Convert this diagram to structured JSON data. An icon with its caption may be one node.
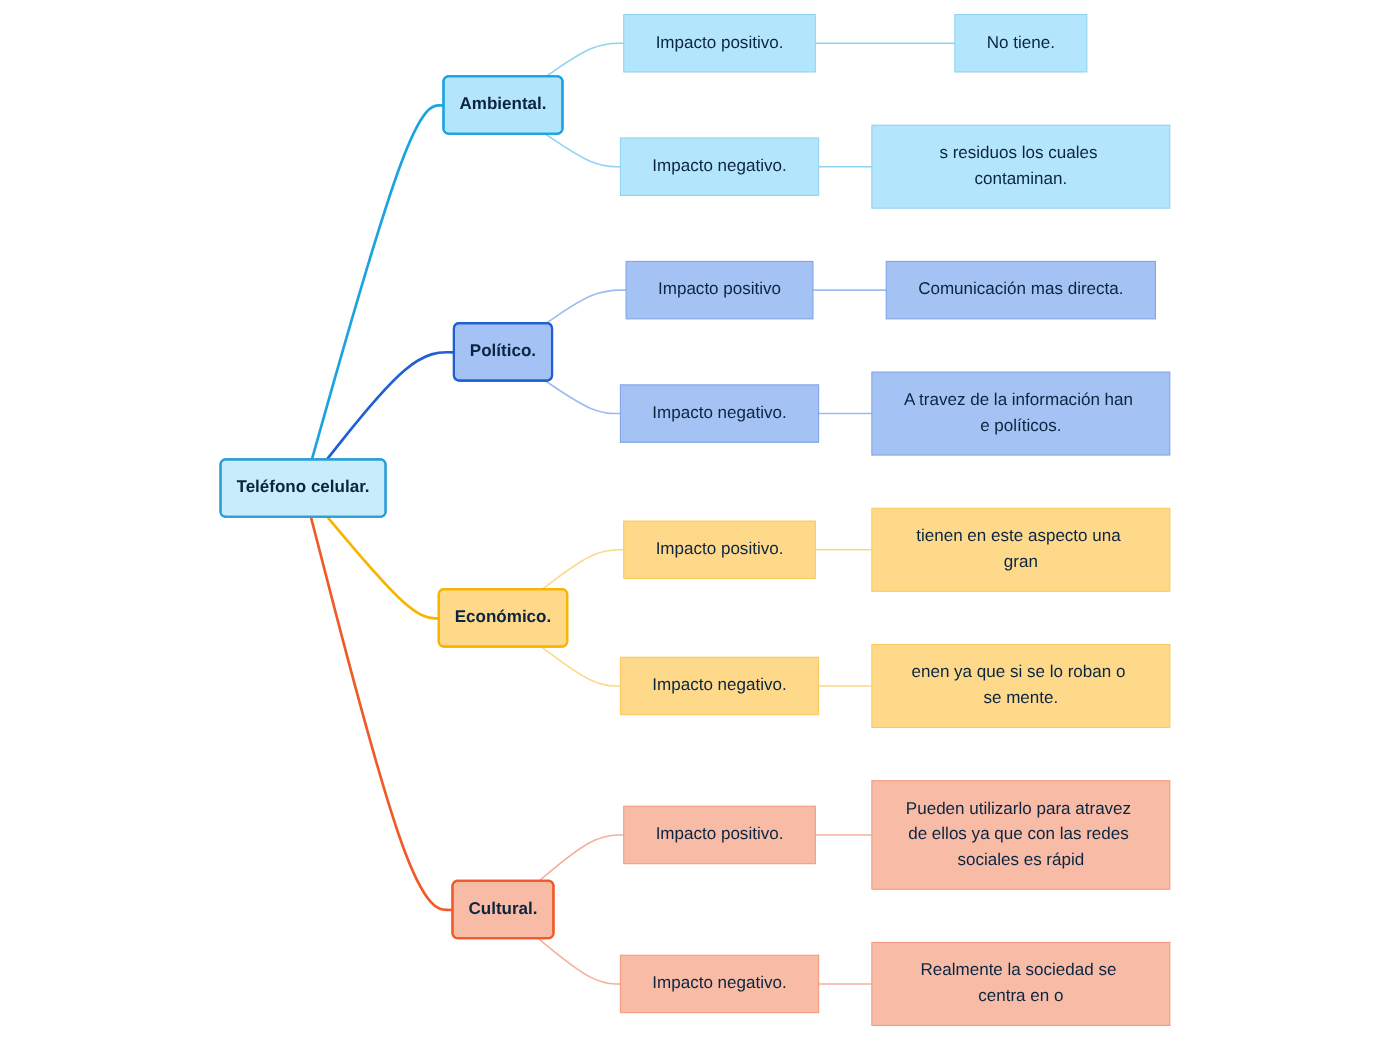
{
  "diagram": {
    "nodes": [
      {
        "text": [
          "Teléfono celular."
        ]
      },
      {
        "text": [
          "Ambiental."
        ]
      },
      {
        "text": [
          "Impacto positivo."
        ]
      },
      {
        "text": [
          "No tiene."
        ]
      },
      {
        "text": [
          "Impacto negativo."
        ]
      },
      {
        "text": [
          "s residuos los cuales contaminan."
        ]
      },
      {
        "text": [
          "Político."
        ]
      },
      {
        "text": [
          "Impacto positivo"
        ]
      },
      {
        "text": [
          "Comunicación mas directa."
        ]
      },
      {
        "text": [
          "Impacto negativo."
        ]
      },
      {
        "text": [
          "A travez de la información han e políticos."
        ]
      },
      {
        "text": [
          "Económico."
        ]
      },
      {
        "text": [
          "Impacto positivo."
        ]
      },
      {
        "text": [
          "tienen en este aspecto una gran"
        ]
      },
      {
        "text": [
          "Impacto negativo."
        ]
      },
      {
        "text": [
          "enen ya que si se lo roban o se mente."
        ]
      },
      {
        "text": [
          "Cultural."
        ]
      },
      {
        "text": [
          "Impacto positivo."
        ]
      },
      {
        "text": [
          "Pueden utilizarlo para atravez de ellos ya que con las redes sociales es rápid"
        ]
      },
      {
        "text": [
          "Impacto negativo."
        ]
      },
      {
        "text": [
          "Realmente la sociedad se centra en o"
        ]
      }
    ],
    "edges": [
      {
        "from": 0,
        "to": 1,
        "arrow": "none",
        "color": "#1aa3e0"
      },
      {
        "from": 1,
        "to": 2,
        "arrow": "none",
        "color": "#8fd3f2"
      },
      {
        "from": 2,
        "to": 3,
        "arrow": "none",
        "color": "#8fd3f2"
      },
      {
        "from": 1,
        "to": 4,
        "arrow": "none",
        "color": "#8fd3f2"
      },
      {
        "from": 4,
        "to": 5,
        "arrow": "none",
        "color": "#8fd3f2"
      },
      {
        "from": 0,
        "to": 6,
        "arrow": "none",
        "color": "#1f5fd1"
      },
      {
        "from": 6,
        "to": 7,
        "arrow": "none",
        "color": "#9dbcf0"
      },
      {
        "from": 7,
        "to": 8,
        "arrow": "none",
        "color": "#9dbcf0"
      },
      {
        "from": 6,
        "to": 9,
        "arrow": "none",
        "color": "#9dbcf0"
      },
      {
        "from": 9,
        "to": 10,
        "arrow": "none",
        "color": "#9dbcf0"
      },
      {
        "from": 0,
        "to": 11,
        "arrow": "none",
        "color": "#f7b500"
      },
      {
        "from": 11,
        "to": 12,
        "arrow": "none",
        "color": "#fcd88a"
      },
      {
        "from": 12,
        "to": 13,
        "arrow": "none",
        "color": "#fcd88a"
      },
      {
        "from": 11,
        "to": 14,
        "arrow": "none",
        "color": "#fcd88a"
      },
      {
        "from": 14,
        "to": 15,
        "arrow": "none",
        "color": "#fcd88a"
      },
      {
        "from": 0,
        "to": 16,
        "arrow": "none",
        "color": "#f05a28"
      },
      {
        "from": 16,
        "to": 17,
        "arrow": "none",
        "color": "#f6b09a"
      },
      {
        "from": 17,
        "to": 18,
        "arrow": "none",
        "color": "#f6b09a"
      },
      {
        "from": 16,
        "to": 19,
        "arrow": "none",
        "color": "#f6b09a"
      },
      {
        "from": 19,
        "to": 20,
        "arrow": "none",
        "color": "#f6b09a"
      }
    ]
  }
}
